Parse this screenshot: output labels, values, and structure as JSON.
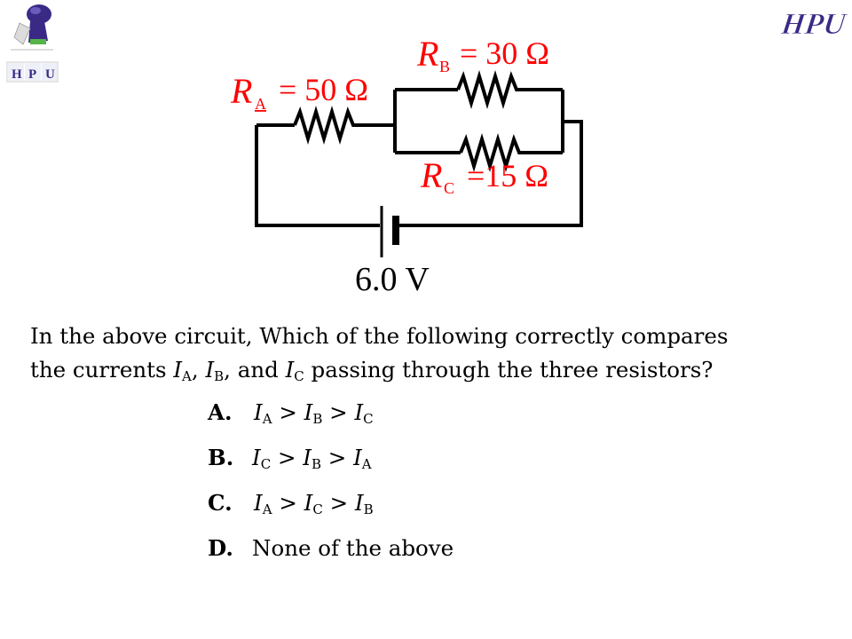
{
  "logos": {
    "left_text": [
      "H",
      "P",
      "U"
    ],
    "right_text": "HPU"
  },
  "circuit": {
    "ra": {
      "symbol": "R",
      "sub": "A",
      "value": "= 50 Ω"
    },
    "rb": {
      "symbol": "R",
      "sub": "B",
      "value": "= 30 Ω"
    },
    "rc": {
      "symbol": "R",
      "sub": "C",
      "value": "=15 Ω"
    },
    "battery": "6.0 V",
    "label_color": "#ff0000"
  },
  "question": {
    "line1": "In the above circuit, Which of the following correctly compares",
    "line2_pre": "the currents ",
    "i": "I",
    "a": "A",
    "b": "B",
    "c": "C",
    "comma": ", ",
    "and": ", and ",
    "line2_post": " passing through the three resistors?"
  },
  "options": {
    "a_letter": "A.",
    "b_letter": "B.",
    "c_letter": "C.",
    "d_letter": "D.",
    "gt": " > ",
    "d_text": "None of the above"
  }
}
